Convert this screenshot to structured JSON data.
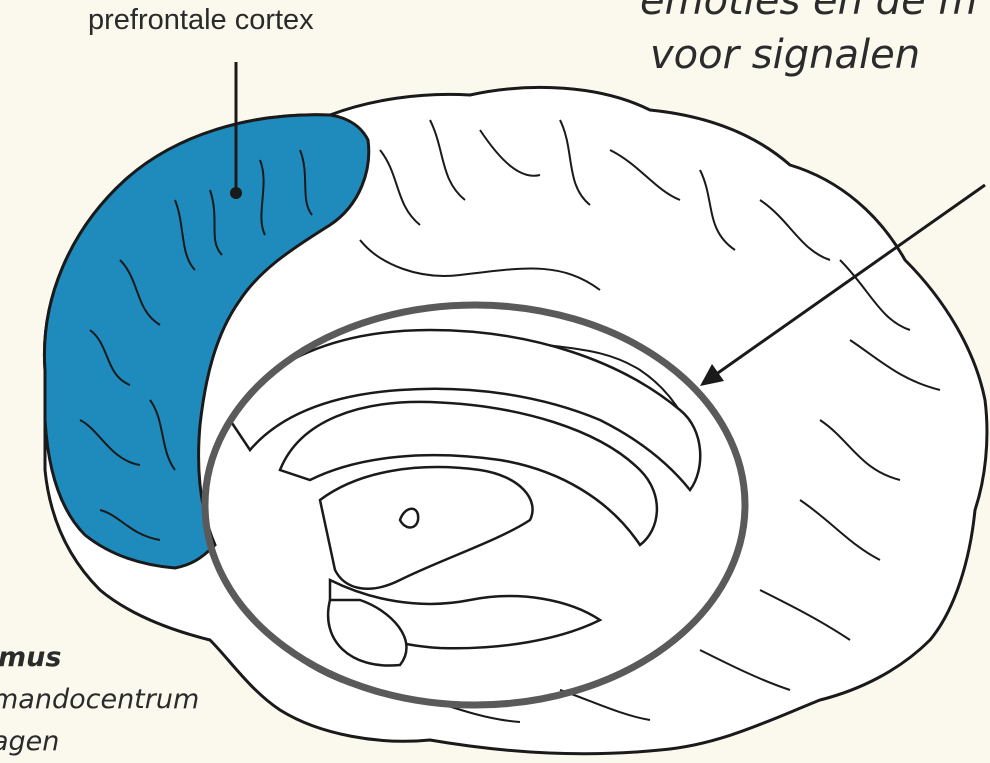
{
  "labels": {
    "prefrontal": "prefrontale cortex",
    "limbic_line1": "emoties en de m",
    "limbic_line2": "voor signalen",
    "amygdala_line1": "mus",
    "amygdala_line2": "mandocentrum",
    "amygdala_line3": "agen"
  },
  "colors": {
    "background": "#fbf8ee",
    "prefrontal_fill": "#1f8bbd",
    "outline": "#1a1a1a",
    "ring": "#5a5a5a",
    "brain_fill": "#ffffff"
  }
}
